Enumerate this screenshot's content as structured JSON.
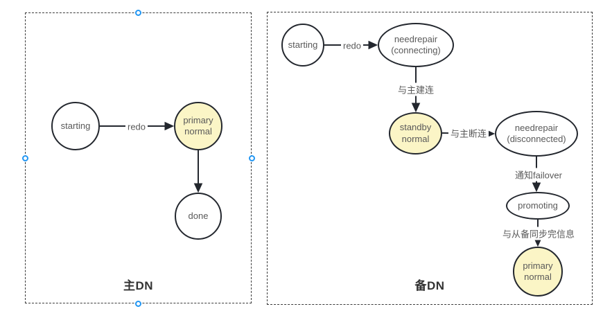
{
  "diagram": {
    "groups": {
      "primary_dn": {
        "title": "主DN",
        "nodes": {
          "starting": {
            "label": "starting"
          },
          "primary_normal": {
            "label": "primary\nnormal"
          },
          "done": {
            "label": "done"
          }
        },
        "edges": {
          "redo": {
            "label": "redo"
          }
        }
      },
      "standby_dn": {
        "title": "备DN",
        "nodes": {
          "starting": {
            "label": "starting"
          },
          "needrepair_connecting": {
            "label": "needrepair\n(connecting)"
          },
          "standby_normal": {
            "label": "standby\nnormal"
          },
          "needrepair_disconnected": {
            "label": "needrepair\n(disconnected)"
          },
          "promoting": {
            "label": "promoting"
          },
          "primary_normal": {
            "label": "primary\nnormal"
          }
        },
        "edges": {
          "redo": {
            "label": "redo"
          },
          "connect_to_primary": {
            "label": "与主建连"
          },
          "disconnect_from_primary": {
            "label": "与主断连"
          },
          "notify_failover": {
            "label": "通知failover"
          },
          "sync_with_standby_done": {
            "label": "与从备同步完信息"
          }
        }
      }
    },
    "colors": {
      "highlight_node_fill": "#FBF5C6",
      "default_node_fill": "#FFFFFF",
      "node_stroke": "#23272E",
      "node_text": "#595959",
      "group_title_text": "#333333",
      "group_border": "#3A3A3A",
      "selection_handle_blue": "#2196F3",
      "canvas_background": "#FFFFFF"
    }
  }
}
